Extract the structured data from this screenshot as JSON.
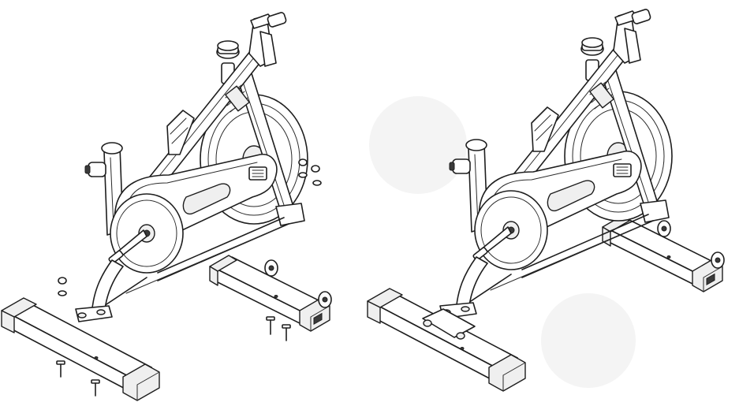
{
  "figure": {
    "panels": [
      {
        "state": "exploded",
        "parts": [
          "frame",
          "flywheel",
          "chain-guard",
          "crank",
          "handlebar",
          "seat-post",
          "front-stabilizer",
          "rear-stabilizer",
          "bolts",
          "washers",
          "nuts"
        ]
      },
      {
        "state": "assembled",
        "parts": [
          "frame",
          "flywheel",
          "chain-guard",
          "crank",
          "handlebar",
          "seat-post",
          "front-stabilizer",
          "rear-stabilizer"
        ]
      }
    ]
  }
}
